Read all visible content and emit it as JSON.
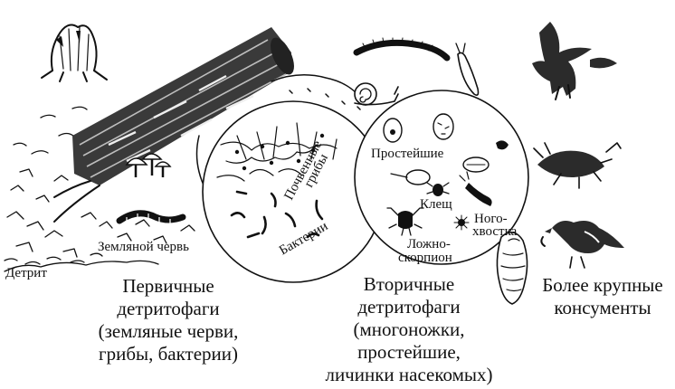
{
  "labels": {
    "detrit": "Детрит",
    "earthworm": "Земляной червь",
    "soil_fungi_1": "Почвенные",
    "soil_fungi_2": "грибы",
    "bacteria": "Бактерии",
    "protozoa": "Простейшие",
    "mite": "Клещ",
    "springtail_1": "Ного-",
    "springtail_2": "хвостка",
    "pseudoscorpion_1": "Ложно-",
    "pseudoscorpion_2": "скорпион"
  },
  "captions": {
    "primary": [
      "Первичные",
      "детритофаги",
      "(земляные черви,",
      "грибы, бактерии)"
    ],
    "secondary": [
      "Вторичные",
      "детритофаги",
      "(многоножки,",
      "простейшие,",
      "личинки насекомых)"
    ],
    "larger": [
      "Более крупные",
      "консументы"
    ]
  }
}
